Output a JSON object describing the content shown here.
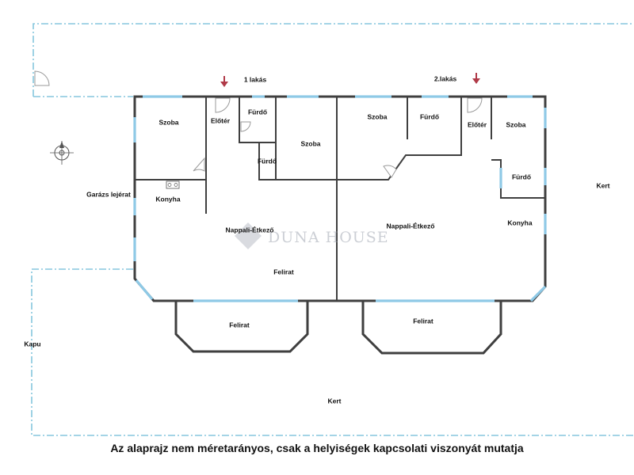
{
  "labels": {
    "apt1": "1 lakás",
    "apt2": "2.lakás",
    "szoba_a": "Szoba",
    "eloter_a": "Előtér",
    "furdo_a": "Fürdő",
    "furdo_b": "Fürdő",
    "szoba_b": "Szoba",
    "konyha_a": "Konyha",
    "garage": "Garázs lejérat",
    "nappali_a": "Nappali-Étkező",
    "felirat_a": "Felirat",
    "felirat_b": "Felirat",
    "szoba_c": "Szoba",
    "furdo_c": "Fürdő",
    "eloter_b": "Előtér",
    "szoba_d": "Szoba",
    "furdo_d": "Fürdő",
    "nappali_b": "Nappali-Étkező",
    "konyha_b": "Konyha",
    "felirat_c": "Felirat",
    "kert_right": "Kert",
    "kapu": "Kapu",
    "kert_bottom": "Kert"
  },
  "watermark": "DUNA HOUSE",
  "caption": "Az alaprajz nem méretarányos, csak a helyiségek kapcsolati viszonyát mutatja",
  "colors": {
    "wall": "#3f3f3f",
    "window": "#8ec9e6",
    "fence": "#86c6dd",
    "entry_arrow": "#b03a48"
  },
  "icons": [
    "compass-icon",
    "entry-arrow-icon",
    "door-swing-icon",
    "stove-icon"
  ]
}
